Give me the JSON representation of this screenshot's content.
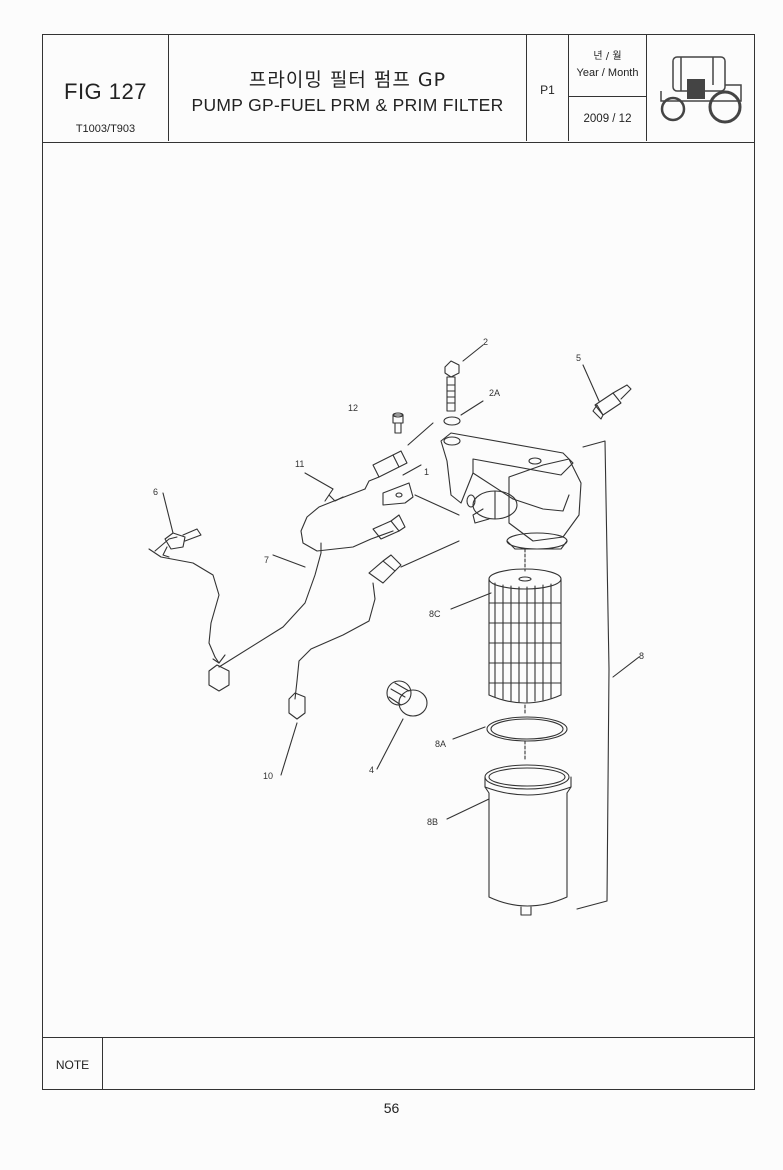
{
  "header": {
    "figure_number": "FIG 127",
    "model_codes": "T1003/T903",
    "title_korean": "프라이밍 필터 펌프 GP",
    "title_english": "PUMP GP-FUEL PRM & PRIM FILTER",
    "page_code": "P1",
    "date_label_korean": "년 / 월",
    "date_label_english": "Year / Month",
    "date_value": "2009  / 12",
    "thumbnail": "tractor-icon"
  },
  "callouts": {
    "c1": "1",
    "c2": "2",
    "c2a": "2A",
    "c4": "4",
    "c5": "5",
    "c6": "6",
    "c7": "7",
    "c8": "8",
    "c8a": "8A",
    "c8b": "8B",
    "c8c": "8C",
    "c10": "10",
    "c11": "11",
    "c12": "12"
  },
  "note": {
    "label": "NOTE",
    "text": ""
  },
  "footer": {
    "page_number": "56"
  },
  "colors": {
    "line": "#333333",
    "paper": "#fcfcfc",
    "thumbnail_fill": "#444444"
  }
}
